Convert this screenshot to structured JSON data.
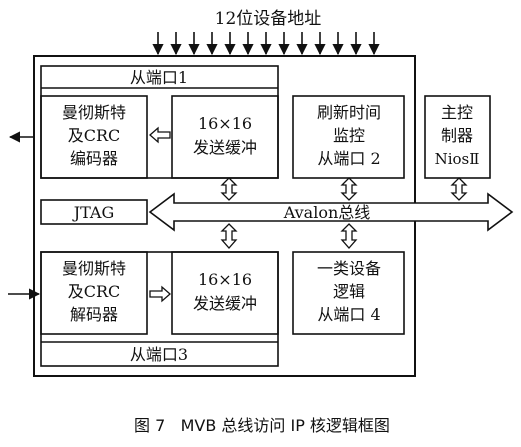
{
  "address_label": "12位设备地址",
  "slave1": {
    "title": "从端口1",
    "encoder": [
      "曼彻斯特",
      "及CRC",
      "编码器"
    ],
    "buffer": [
      "16×16",
      "发送缓冲"
    ]
  },
  "refresh_port": [
    "刷新时间",
    "监控",
    "从端口 2"
  ],
  "master": [
    "主控",
    "制器",
    "NiosⅡ"
  ],
  "jtag": "JTAG",
  "bus": "Avalon总线",
  "slave3": {
    "title": "从端口3",
    "decoder": [
      "曼彻斯特",
      "及CRC",
      "解码器"
    ],
    "buffer": [
      "16×16",
      "发送缓冲"
    ]
  },
  "device_logic": [
    "一类设备",
    "逻辑",
    "从端口 4"
  ],
  "caption": "图 7   MVB 总线访问 IP 核逻辑框图"
}
